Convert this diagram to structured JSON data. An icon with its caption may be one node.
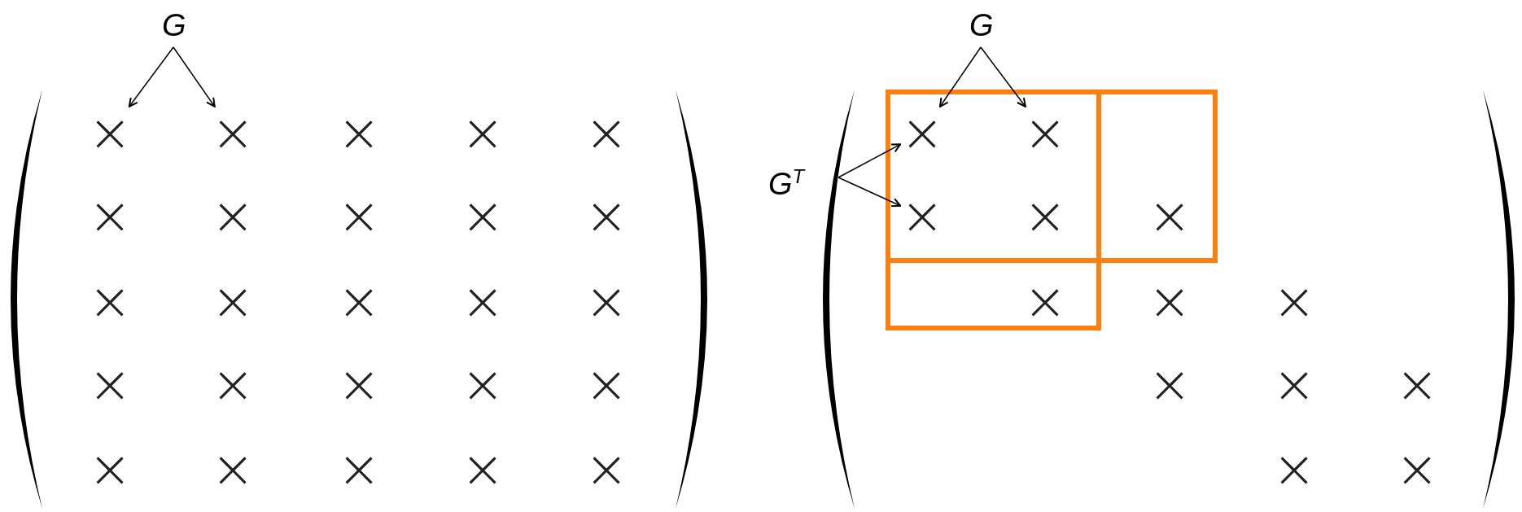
{
  "diagram": {
    "nodes": [
      {
        "text": [
          "G"
        ]
      },
      {
        "text": [
          "G"
        ]
      },
      {
        "text": [
          "G$^{T}$"
        ]
      },
      {
        "text": [
          "×"
        ]
      },
      {
        "text": [
          "×"
        ]
      },
      {
        "text": [
          "×"
        ]
      },
      {
        "text": [
          "×"
        ]
      },
      {
        "text": [
          "×"
        ]
      }
    ],
    "edges": [
      {
        "from": 0,
        "to": 3,
        "arrow": "to"
      },
      {
        "from": 0,
        "to": 4,
        "arrow": "to"
      },
      {
        "from": 1,
        "to": 5,
        "arrow": "to"
      },
      {
        "from": 1,
        "to": 6,
        "arrow": "to"
      },
      {
        "from": 2,
        "to": 5,
        "arrow": "to"
      },
      {
        "from": 2,
        "to": 7,
        "arrow": "to"
      }
    ],
    "labels": [
      "×",
      "×",
      "×",
      "×",
      "×",
      "×",
      "×",
      "×",
      "×",
      "×",
      "×",
      "×",
      "×",
      "×",
      "×",
      "×",
      "×",
      "×",
      "×",
      "×",
      "×",
      "×",
      "×",
      "×",
      "×",
      "×",
      "×",
      "×",
      "×",
      "×",
      "×",
      "×",
      "×"
    ]
  }
}
